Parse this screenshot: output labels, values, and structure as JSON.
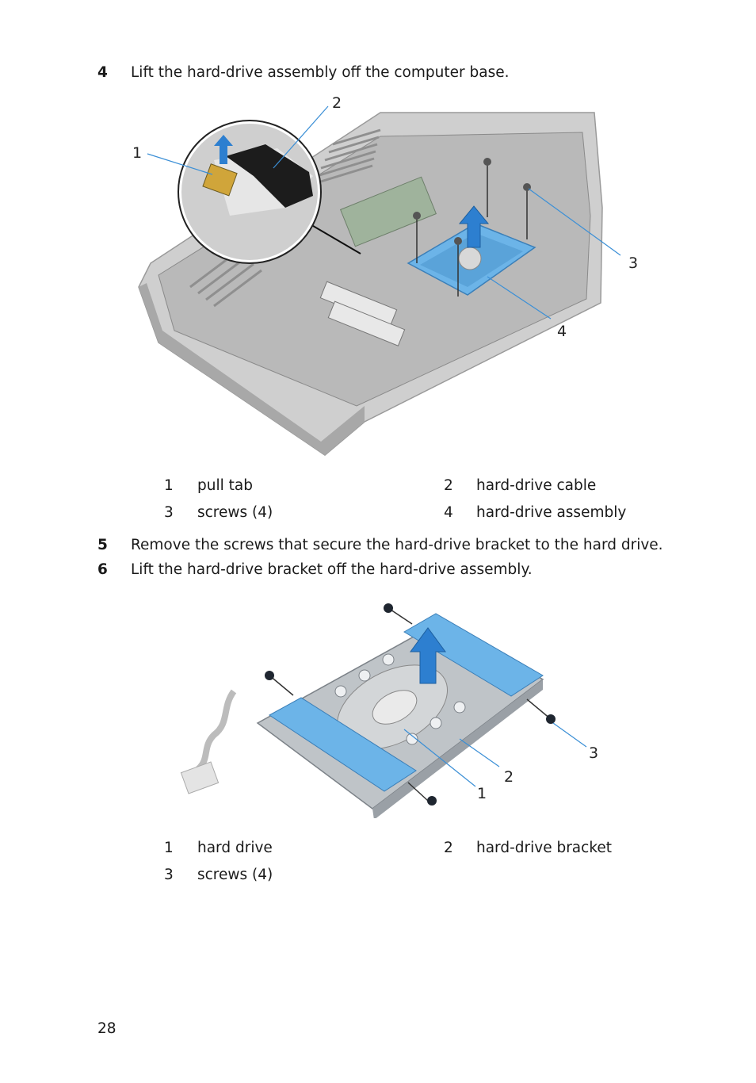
{
  "steps": [
    {
      "num": "4",
      "text": "Lift the hard-drive assembly off the computer base."
    },
    {
      "num": "5",
      "text": "Remove the screws that secure the hard-drive bracket to the hard drive."
    },
    {
      "num": "6",
      "text": "Lift the hard-drive bracket off the hard-drive assembly."
    }
  ],
  "figure1": {
    "callouts": [
      "1",
      "2",
      "3",
      "4"
    ],
    "legend": [
      {
        "n1": "1",
        "l1": "pull tab",
        "n2": "2",
        "l2": "hard-drive cable"
      },
      {
        "n1": "3",
        "l1": "screws (4)",
        "n2": "4",
        "l2": "hard-drive assembly"
      }
    ]
  },
  "figure2": {
    "callouts": [
      "3",
      "2",
      "1"
    ],
    "legend": [
      {
        "n1": "1",
        "l1": "hard drive",
        "n2": "2",
        "l2": "hard-drive bracket"
      },
      {
        "n1": "3",
        "l1": "screws (4)",
        "n2": "",
        "l2": ""
      }
    ]
  },
  "colors": {
    "accent_blue": "#3b8fd6",
    "tape_blue": "#6cb4e8",
    "chassis_gray": "#c9c9c9"
  },
  "page_number": "28"
}
